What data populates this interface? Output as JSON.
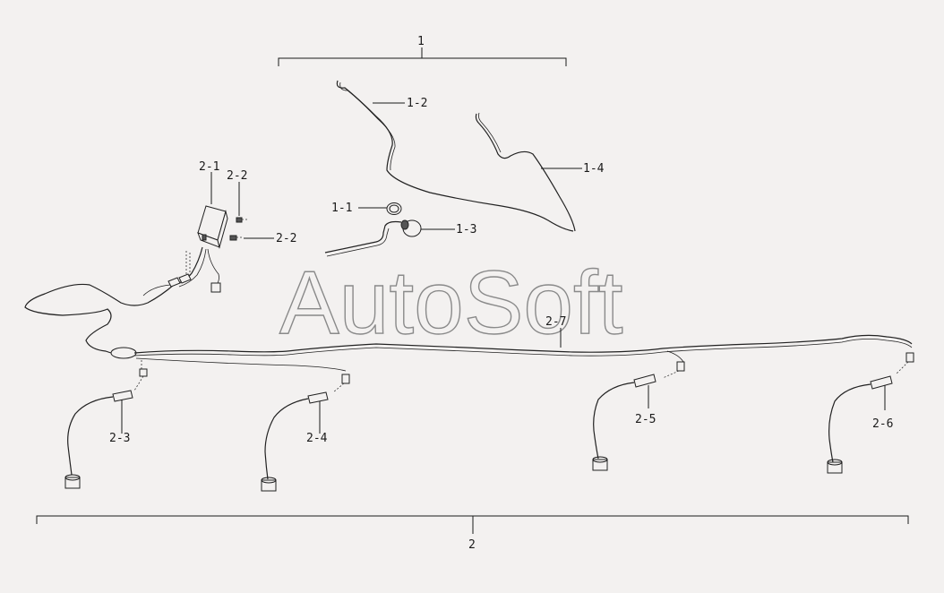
{
  "watermark": "AutoSoft",
  "labels": {
    "group1": "1",
    "p1_1": "1-1",
    "p1_2": "1-2",
    "p1_3": "1-3",
    "p1_4": "1-4",
    "group2": "2",
    "p2_1": "2-1",
    "p2_2a": "2-2",
    "p2_2b": "2-2",
    "p2_3": "2-3",
    "p2_4": "2-4",
    "p2_5": "2-5",
    "p2_6": "2-6",
    "p2_7": "2-7"
  }
}
